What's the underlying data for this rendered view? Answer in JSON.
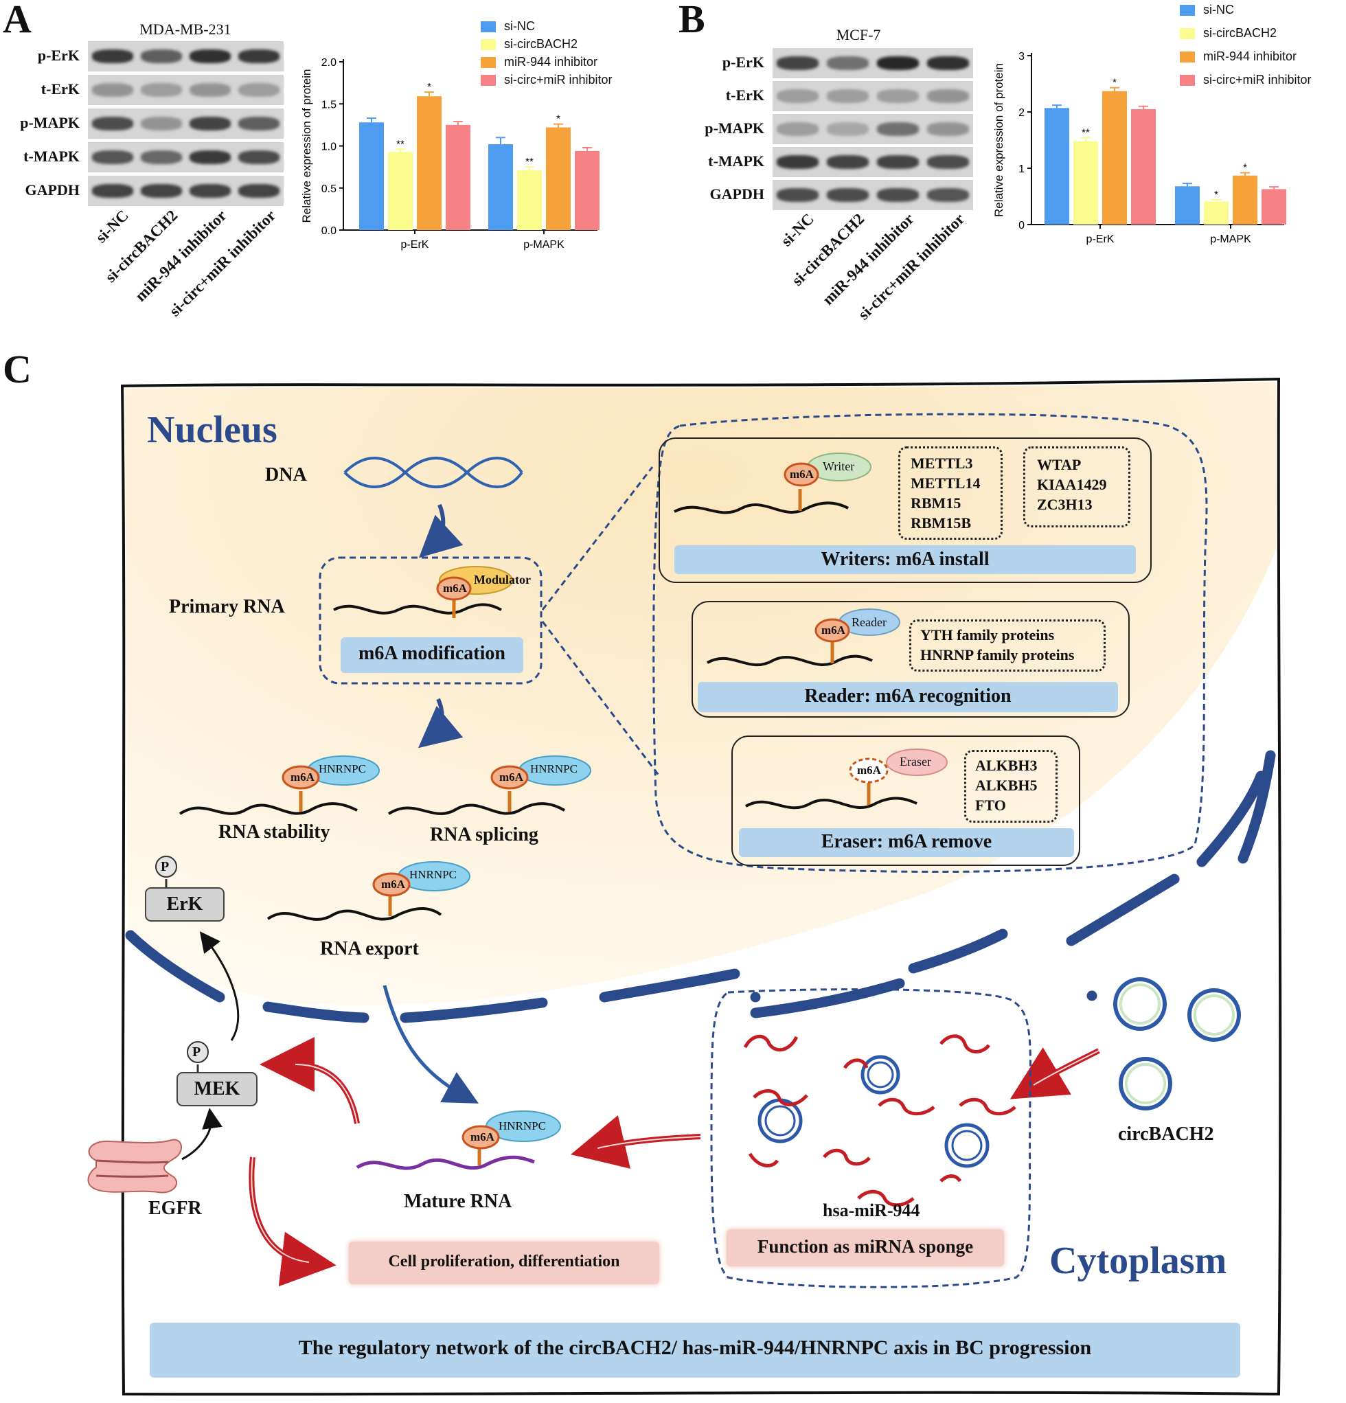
{
  "panelA": {
    "letter": "A",
    "blot_title": "MDA-MB-231",
    "band_labels": [
      "p-ErK",
      "t-ErK",
      "p-MAPK",
      "t-MAPK",
      "GAPDH"
    ],
    "lane_labels": [
      "si-NC",
      "si-circBACH2",
      "miR-944 inhibitor",
      "si-circ+miR inhibitor"
    ]
  },
  "panelB": {
    "letter": "B",
    "blot_title": "MCF-7",
    "band_labels": [
      "p-ErK",
      "t-ErK",
      "p-MAPK",
      "t-MAPK",
      "GAPDH"
    ],
    "lane_labels": [
      "si-NC",
      "si-circBACH2",
      "miR-944 inhibitor",
      "si-circ+miR inhibitor"
    ]
  },
  "colors": {
    "si-NC": "#4e9cf0",
    "si-circBACH2": "#fbfc8e",
    "miR-944 inhibitor": "#f5a23a",
    "si-circ+miR inhibitor": "#f78286"
  },
  "chart_data": [
    {
      "type": "bar",
      "panel": "A",
      "categories": [
        "p-ErK",
        "p-MAPK"
      ],
      "ylabel": "Relative expression of protein",
      "ylim": [
        0,
        2.0
      ],
      "yticks": [
        "0.0",
        "0.5",
        "1.0",
        "1.5",
        "2.0"
      ],
      "series": [
        {
          "name": "si-NC",
          "values": [
            1.28,
            1.02
          ],
          "errors": [
            0.05,
            0.08
          ],
          "sig": [
            "",
            ""
          ]
        },
        {
          "name": "si-circBACH2",
          "values": [
            0.93,
            0.71
          ],
          "errors": [
            0.03,
            0.04
          ],
          "sig": [
            "**",
            "**"
          ]
        },
        {
          "name": "miR-944 inhibitor",
          "values": [
            1.59,
            1.22
          ],
          "errors": [
            0.05,
            0.04
          ],
          "sig": [
            "*",
            "*"
          ]
        },
        {
          "name": "si-circ+miR inhibitor",
          "values": [
            1.25,
            0.94
          ],
          "errors": [
            0.04,
            0.04
          ],
          "sig": [
            "",
            ""
          ]
        }
      ]
    },
    {
      "type": "bar",
      "panel": "B",
      "categories": [
        "p-ErK",
        "p-MAPK"
      ],
      "ylabel": "Relative expression of protein",
      "ylim": [
        0,
        3
      ],
      "yticks": [
        "0",
        "1",
        "2",
        "3"
      ],
      "series": [
        {
          "name": "si-NC",
          "values": [
            2.07,
            0.68
          ],
          "errors": [
            0.05,
            0.05
          ],
          "sig": [
            "",
            ""
          ]
        },
        {
          "name": "si-circBACH2",
          "values": [
            1.48,
            0.41
          ],
          "errors": [
            0.06,
            0.03
          ],
          "sig": [
            "**",
            "*"
          ]
        },
        {
          "name": "miR-944 inhibitor",
          "values": [
            2.37,
            0.87
          ],
          "errors": [
            0.06,
            0.05
          ],
          "sig": [
            "*",
            "*"
          ]
        },
        {
          "name": "si-circ+miR inhibitor",
          "values": [
            2.05,
            0.63
          ],
          "errors": [
            0.05,
            0.04
          ],
          "sig": [
            "",
            ""
          ]
        }
      ]
    }
  ],
  "panelC": {
    "letter": "C",
    "nucleus": "Nucleus",
    "cytoplasm": "Cytoplasm",
    "dna": "DNA",
    "primary_rna": "Primary RNA",
    "m6a_modification": "m6A modification",
    "modulator": "Modulator",
    "m6a": "m6A",
    "writer": "Writer",
    "reader": "Reader",
    "eraser": "Eraser",
    "hnrnpc": "HNRNPC",
    "writers_list1": [
      "METTL3",
      "METTL14",
      "RBM15",
      "RBM15B"
    ],
    "writers_list2": [
      "WTAP",
      "KIAA1429",
      "ZC3H13"
    ],
    "writers_caption": "Writers: m6A install",
    "reader_list": [
      "YTH family proteins",
      "HNRNP family proteins"
    ],
    "reader_caption": "Reader: m6A recognition",
    "eraser_list": [
      "ALKBH3",
      "ALKBH5",
      "FTO"
    ],
    "eraser_caption": "Eraser: m6A remove",
    "rna_stability": "RNA stability",
    "rna_splicing": "RNA splicing",
    "rna_export": "RNA export",
    "mature_rna": "Mature RNA",
    "erk": "ErK",
    "mek": "MEK",
    "p": "P",
    "egfr": "EGFR",
    "mirna": "hsa-miR-944",
    "circbach2": "circBACH2",
    "sponge": "Function as miRNA sponge",
    "proliferation": "Cell proliferation, differentiation",
    "network": "The regulatory network of the circBACH2/ has-miR-944/HNRNPC axis in BC progression"
  }
}
